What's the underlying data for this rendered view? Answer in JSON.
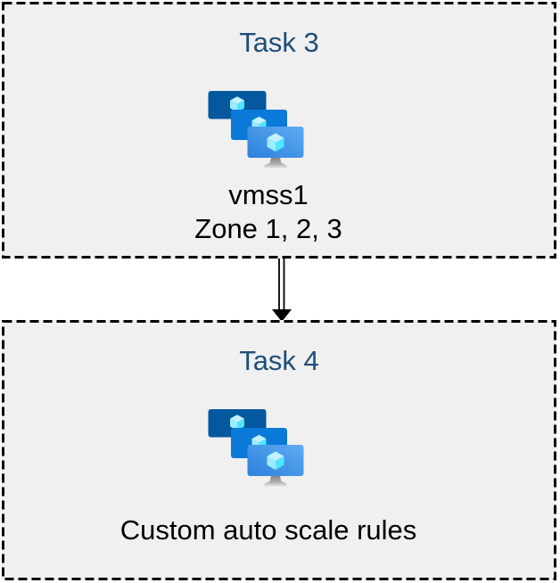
{
  "diagram": {
    "boxes": [
      {
        "title": "Task 3",
        "icon": "vm-scale-sets-icon",
        "caption_lines": [
          "vmss1",
          "Zone 1, 2, 3"
        ]
      },
      {
        "title": "Task 4",
        "icon": "vm-scale-sets-icon",
        "caption_lines": [
          "Custom auto scale rules"
        ]
      }
    ],
    "connector": {
      "type": "double-shaft-arrow",
      "direction": "down",
      "from": "Task 3",
      "to": "Task 4"
    },
    "colors": {
      "page_background": "#FFFFFF",
      "box_background": "#F0F0F0",
      "box_border": "#000000",
      "title_text": "#1F4E79",
      "caption_text": "#000000",
      "arrow": "#000000",
      "monitor_back": "#04589E",
      "monitor_middle": "#0B79D8",
      "monitor_front_gradient_start": "#2B80DA",
      "monitor_front_gradient_end": "#5FACF4",
      "cube_top": "#C3F1FF",
      "cube_left": "#9CEBFF",
      "cube_right": "#50E6FF",
      "stand_gradient_start": "#868686",
      "stand_gradient_end": "#E0E0E0"
    }
  }
}
